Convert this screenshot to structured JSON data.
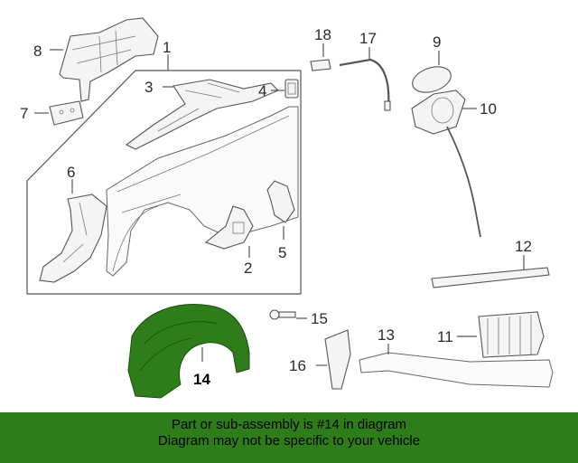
{
  "callouts": {
    "c1": "1",
    "c2": "2",
    "c3": "3",
    "c4": "4",
    "c5": "5",
    "c6": "6",
    "c7": "7",
    "c8": "8",
    "c9": "9",
    "c10": "10",
    "c11": "11",
    "c12": "12",
    "c13": "13",
    "c14": "14",
    "c15": "15",
    "c16": "16",
    "c17": "17",
    "c18": "18"
  },
  "highlight": {
    "part_number": "14",
    "color": "#2e7d1a"
  },
  "banner": {
    "line1": "Part or sub-assembly is #14 in diagram",
    "line2": "Diagram may not be specific to your vehicle",
    "color": "#2e7d1a"
  }
}
